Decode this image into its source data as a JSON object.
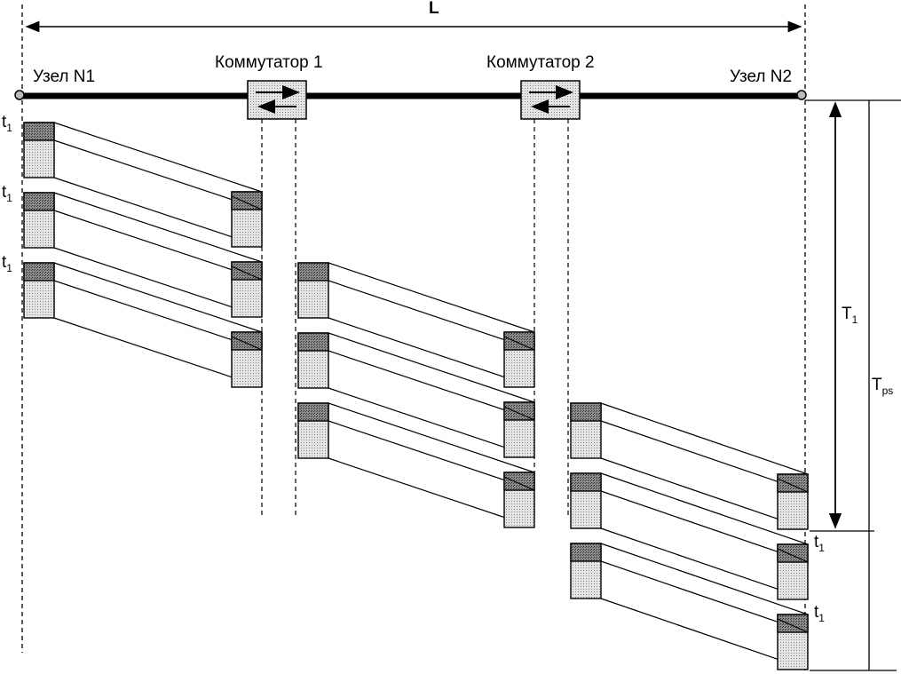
{
  "title": "L",
  "nodes": {
    "node1": "Узел N1",
    "node2": "Узел N2",
    "switch1": "Коммутатор 1",
    "switch2": "Коммутатор 2"
  },
  "time_labels": {
    "t1": "t",
    "t1_sub": "1",
    "T1": "T",
    "T1_sub": "1",
    "Tps": "T",
    "Tps_sub": "ps"
  }
}
